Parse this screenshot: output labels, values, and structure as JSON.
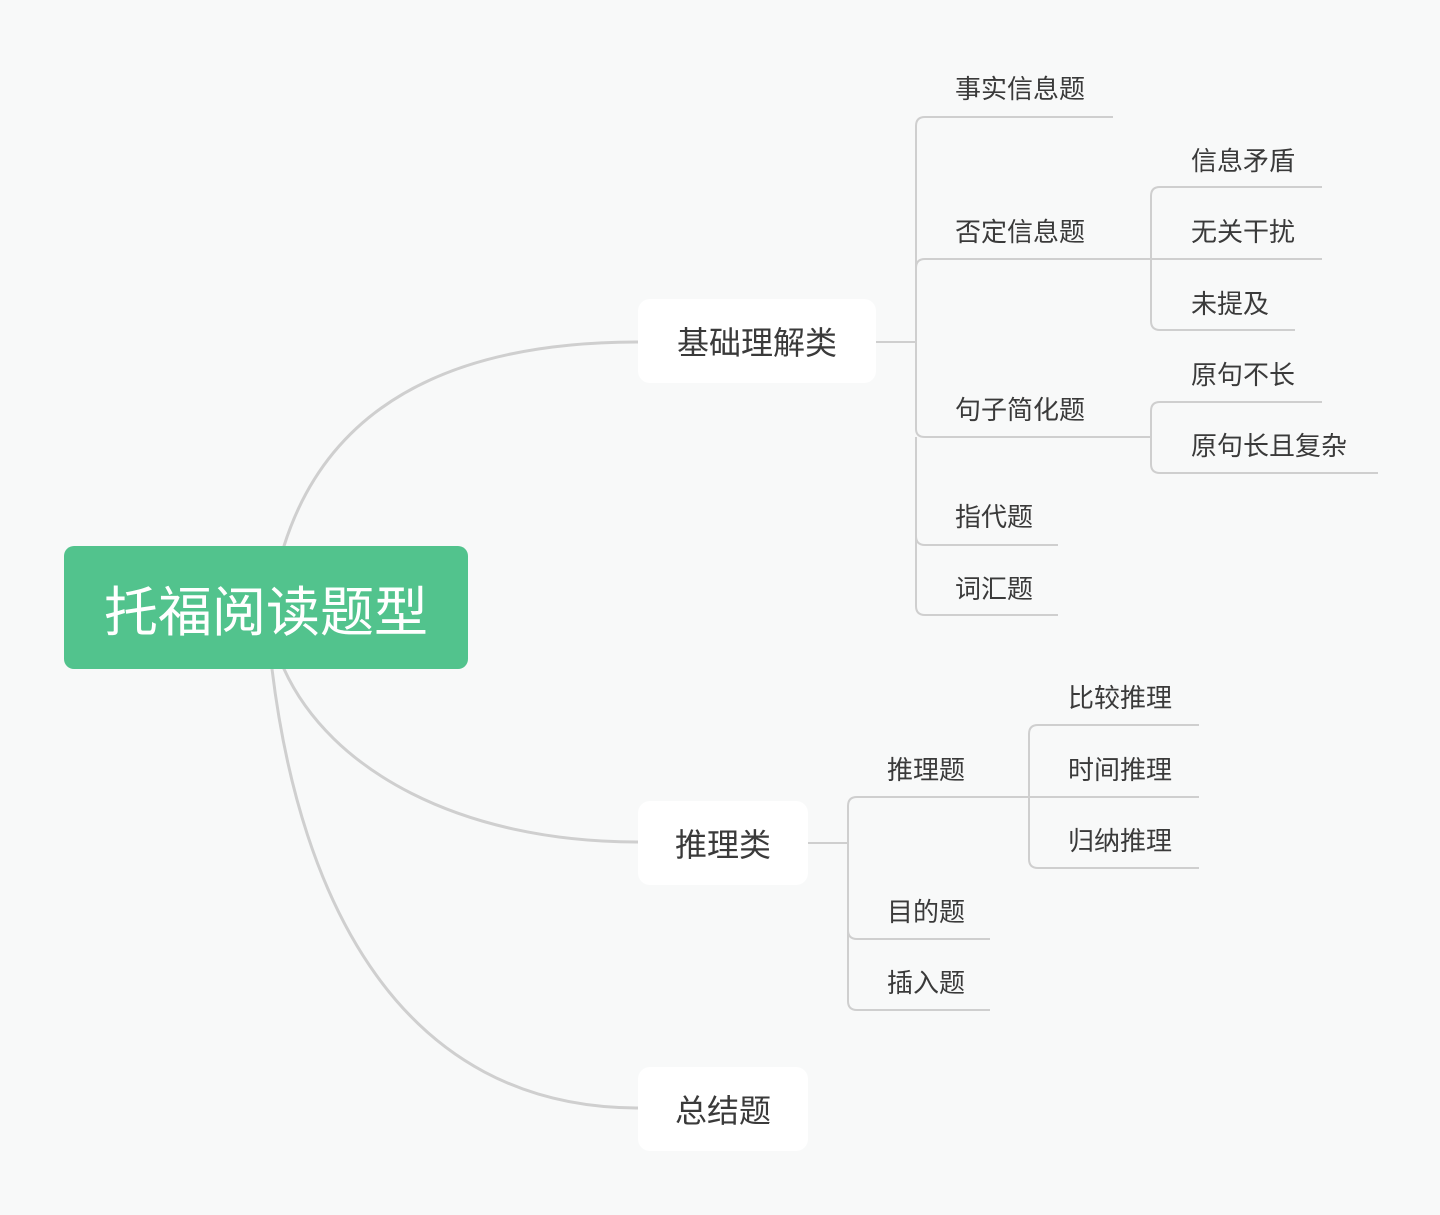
{
  "root": {
    "label": "托福阅读题型"
  },
  "branches": {
    "basic": {
      "label": "基础理解类",
      "children": {
        "fact": "事实信息题",
        "negative": {
          "label": "否定信息题",
          "children": [
            "信息矛盾",
            "无关干扰",
            "未提及"
          ]
        },
        "simplify": {
          "label": "句子简化题",
          "children": [
            "原句不长",
            "原句长且复杂"
          ]
        },
        "reference": "指代题",
        "vocab": "词汇题"
      }
    },
    "inference": {
      "label": "推理类",
      "children": {
        "reasoning": {
          "label": "推理题",
          "children": [
            "比较推理",
            "时间推理",
            "归纳推理"
          ]
        },
        "purpose": "目的题",
        "insert": "插入题"
      }
    },
    "summary": {
      "label": "总结题"
    }
  },
  "colors": {
    "background": "#f8f9f9",
    "root_fill": "#52c38d",
    "root_text": "#ffffff",
    "node_fill": "#ffffff",
    "text": "#3a3a3a",
    "connector": "#cfcfcf"
  }
}
